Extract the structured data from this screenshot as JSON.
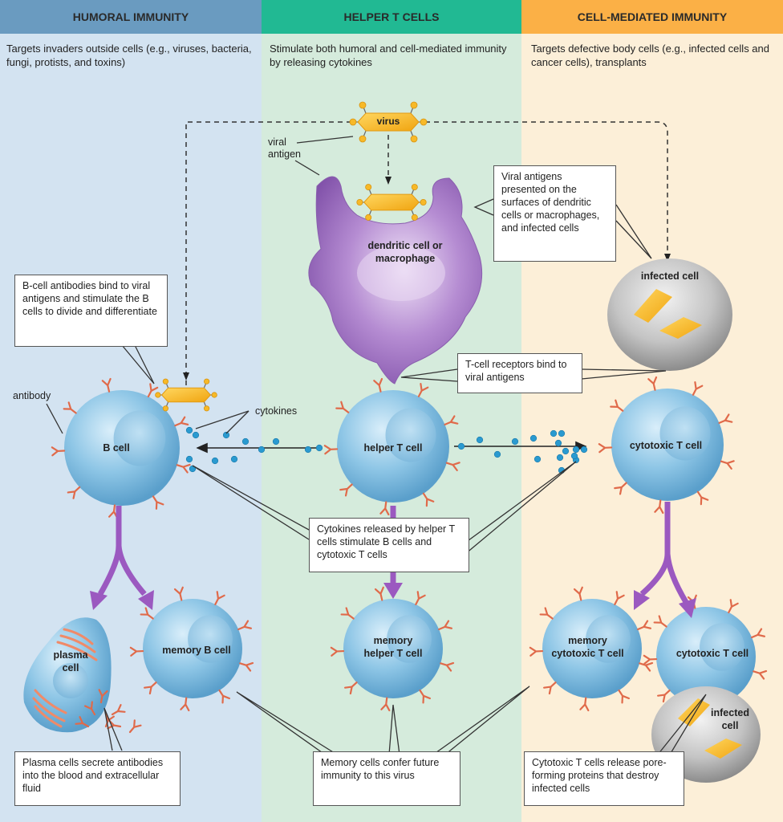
{
  "columns": {
    "humoral": {
      "title": "HUMORAL IMMUNITY",
      "description": "Targets invaders outside cells (e.g., viruses, bacteria, fungi, protists, and toxins)"
    },
    "helper": {
      "title": "HELPER T CELLS",
      "description": "Stimulate both humoral and cell-mediated immunity by releasing cytokines"
    },
    "cell_mediated": {
      "title": "CELL-MEDIATED IMMUNITY",
      "description": "Targets defective body cells (e.g., infected cells and cancer cells), transplants"
    }
  },
  "labels": {
    "virus": "virus",
    "viral_antigen": "viral antigen",
    "dendritic_cell": "dendritic cell or macrophage",
    "infected_cell": "infected cell",
    "antibody": "antibody",
    "cytokines": "cytokines",
    "b_cell": "B cell",
    "helper_t_cell": "helper T cell",
    "cytotoxic_t_cell": "cytotoxic T cell",
    "plasma_cell": "plasma cell",
    "memory_b_cell": "memory B cell",
    "memory_helper_t_cell": "memory helper T cell",
    "memory_cytotoxic_t_cell": "memory cytotoxic T cell",
    "cytotoxic_t_cell_bottom": "cytotoxic T cell",
    "infected_cell_bottom": "infected cell"
  },
  "callouts": {
    "viral_antigens_presented": "Viral antigens presented on the surfaces of dendritic cells or macrophages, and infected cells",
    "b_cell_antibodies": "B-cell antibodies bind to viral antigens and stimulate the B cells to divide and differentiate",
    "t_cell_receptors": "T-cell receptors bind to viral antigens",
    "cytokines_released": "Cytokines released by helper T cells stimulate B cells and cytotoxic T cells",
    "plasma_cells_secrete": "Plasma cells secrete antibodies into the blood and extracellular fluid",
    "memory_cells": "Memory cells confer future immunity to this virus",
    "cytotoxic_release": "Cytotoxic T cells release pore-forming proteins that destroy infected cells"
  },
  "colors": {
    "humoral_header": "#6a9bc0",
    "helper_header": "#21b993",
    "cell_mediated_header": "#fbb046",
    "humoral_bg": "#d3e3f1",
    "helper_bg": "#d5ebdc",
    "cell_mediated_bg": "#fcefd8",
    "cell_blue": "#8ec6e6",
    "dendritic_purple": "#a67bc7",
    "virus_yellow": "#f7b928",
    "antibody_red": "#e06a4a",
    "arrow_purple": "#9b59c0",
    "cytokine_blue": "#2a9ad0"
  }
}
